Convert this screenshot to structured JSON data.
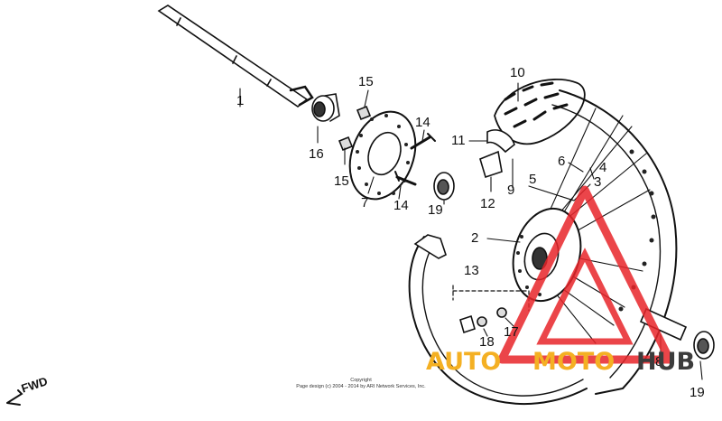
{
  "callouts": {
    "p1": "1",
    "p2": "2",
    "p3": "3",
    "p4": "4",
    "p5": "5",
    "p6": "6",
    "p7": "7",
    "p8": "8",
    "p9": "9",
    "p10": "10",
    "p11": "11",
    "p12": "12",
    "p13": "13",
    "p14a": "14",
    "p14b": "14",
    "p15a": "15",
    "p15b": "15",
    "p16": "16",
    "p17": "17",
    "p18": "18",
    "p19a": "19",
    "p19b": "19"
  },
  "direction_label": "FWD",
  "copyright": {
    "line1": "Copyright",
    "line2": "Page design (c) 2004 - 2014 by ARI Network Services, Inc."
  },
  "watermark": {
    "part1": "AUTO",
    "part2": "MOTO",
    "part3": "HUB",
    "colors": {
      "orange": "#f4b023",
      "red": "#e8252a",
      "dark": "#3c3c3c"
    }
  }
}
